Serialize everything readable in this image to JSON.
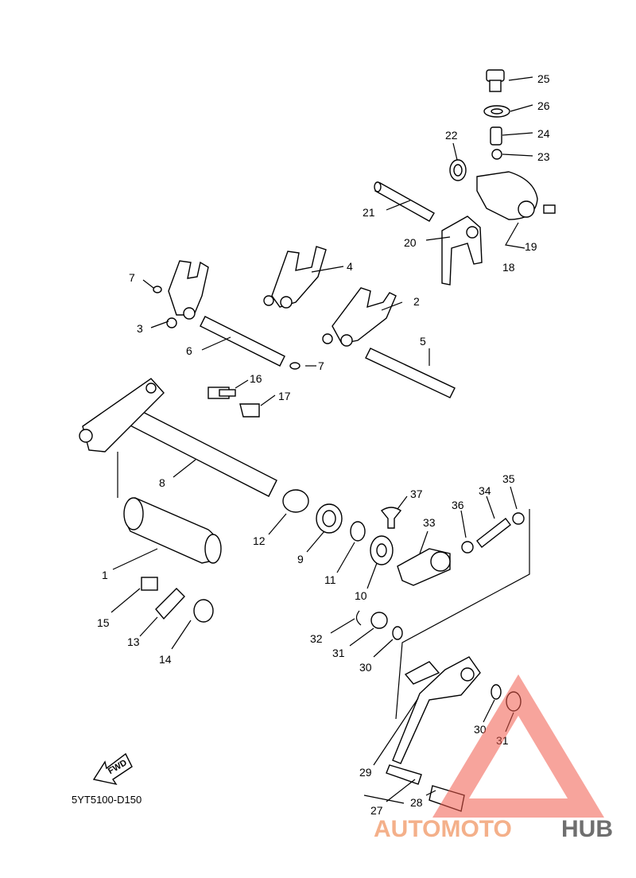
{
  "diagram": {
    "code": "5YT5100-D150",
    "fwd_label": "FWD",
    "labels": [
      "1",
      "2",
      "3",
      "4",
      "5",
      "6",
      "7",
      "7",
      "8",
      "9",
      "10",
      "11",
      "12",
      "13",
      "14",
      "15",
      "16",
      "17",
      "18",
      "19",
      "20",
      "21",
      "22",
      "23",
      "24",
      "25",
      "26",
      "27",
      "28",
      "29",
      "30",
      "30",
      "31",
      "31",
      "32",
      "33",
      "34",
      "35",
      "36",
      "37"
    ]
  },
  "watermark": {
    "part1": "AUTOMOTO",
    "part2": "HUB",
    "color1": "#f4b08a",
    "color2": "#6f6f6f",
    "triangle_color": "#f05a4a"
  }
}
